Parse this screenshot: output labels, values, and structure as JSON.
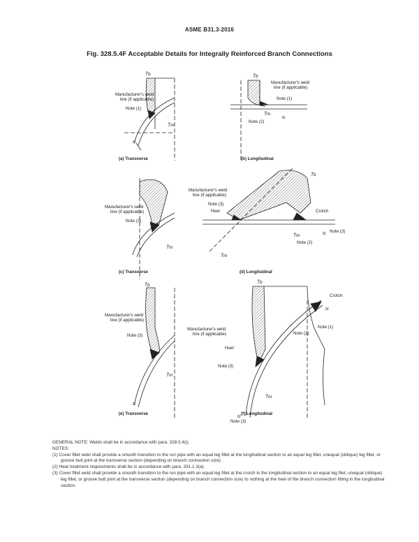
{
  "header": "ASME B31.3-2016",
  "title": "Fig. 328.5.4F   Acceptable Details for Integrally Reinforced Branch Connections",
  "symbols": {
    "tb": "T̄b",
    "tm": "T̄m",
    "tc": "tc"
  },
  "figures": {
    "a": {
      "caption": "(a) Transverse",
      "weld1": "Manufacturer's weld",
      "weld2": "line (if applicable)",
      "note": "Note (1)"
    },
    "b": {
      "caption": "(b) Longitudinal",
      "weld1": "Manufacturer's weld",
      "weld2": "line (if applicable)",
      "note1": "Note (1)",
      "note2": "Note (2)"
    },
    "c": {
      "caption": "(c) Transverse",
      "weld1": "Manufacturer's weld",
      "weld2": "line (if applicable)",
      "note": "Note (3)"
    },
    "d": {
      "caption": "(d) Longitudinal",
      "weld1": "Manufacturer's weld",
      "weld2": "line (if applicable)",
      "note3a": "Note (3)",
      "heel": "Heel",
      "crotch": "Crotch",
      "note3b": "Note (3)",
      "note2": "Note (2)"
    },
    "e": {
      "caption": "(e) Transverse",
      "weld1": "Manufacturer's weld",
      "weld2": "line (if applicable)",
      "note": "Note (3)"
    },
    "f": {
      "caption": "(f) Longitudinal",
      "crotch": "Crotch",
      "note1": "Note (1)",
      "note2": "Note (2)",
      "weld1": "Manufacturer's weld",
      "weld2": "line (if applicable)",
      "heel": "Heel",
      "note3a": "Note (3)",
      "note3b": "Note (3)"
    }
  },
  "notes": {
    "general": "GENERAL NOTE:   Welds shall be in accordance with para. 328.5.4(i).",
    "heading": "NOTES:",
    "items": [
      "(1)  Cover fillet weld shall provide a smooth transition to the run pipe with an equal leg fillet at the longitudinal section to an equal leg fillet, unequal (oblique) leg fillet, or groove butt joint at the transverse section (depending on branch connection size).",
      "(2)  Heat treatment requirements shall be in accordance with para. 331.1.3(a).",
      "(3)  Cover fillet weld shall provide a smooth transition to the run pipe with an equal leg fillet at the crotch in the longitudinal section to an equal leg filet, unequal (oblique) leg fillet, or groove butt joint at the transverse section (depending on branch connection size) to nothing at the heel of the branch connection fitting in the longitudinal section."
    ]
  }
}
